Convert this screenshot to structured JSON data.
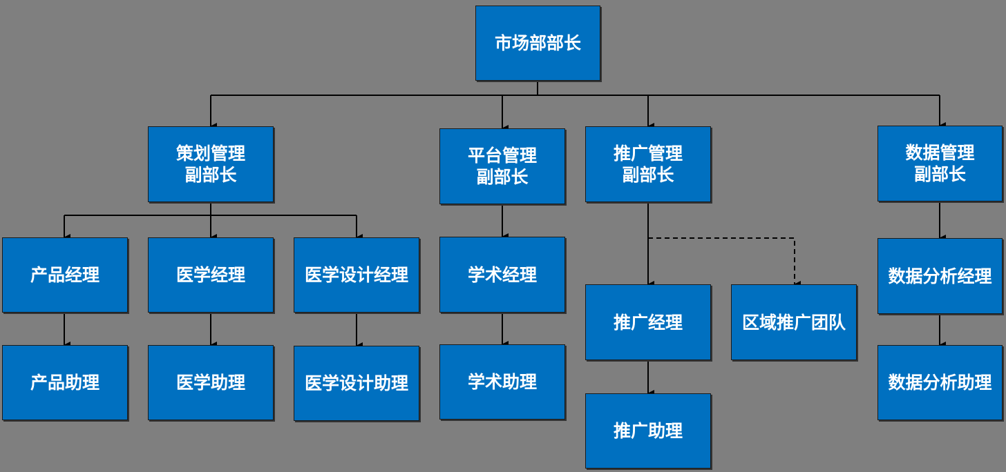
{
  "org_chart": {
    "director": "市场部部长",
    "planning_deputy": "策划管理\n副部长",
    "platform_deputy": "平台管理\n副部长",
    "promotion_deputy": "推广管理\n副部长",
    "data_deputy": "数据管理\n副部长",
    "product_manager": "产品经理",
    "medical_manager": "医学经理",
    "medical_design_manager": "医学设计经理",
    "academic_manager": "学术经理",
    "promotion_manager": "推广经理",
    "regional_team": "区域推广团队",
    "data_analysis_manager": "数据分析经理",
    "product_assistant": "产品助理",
    "medical_assistant": "医学助理",
    "medical_design_assistant": "医学设计助理",
    "academic_assistant": "学术助理",
    "promotion_assistant": "推广助理",
    "data_analysis_assistant": "数据分析助理"
  },
  "colors": {
    "background": "#7f7f7f",
    "box_fill": "#0070c0",
    "box_text": "#ffffff",
    "connector": "#000000"
  }
}
